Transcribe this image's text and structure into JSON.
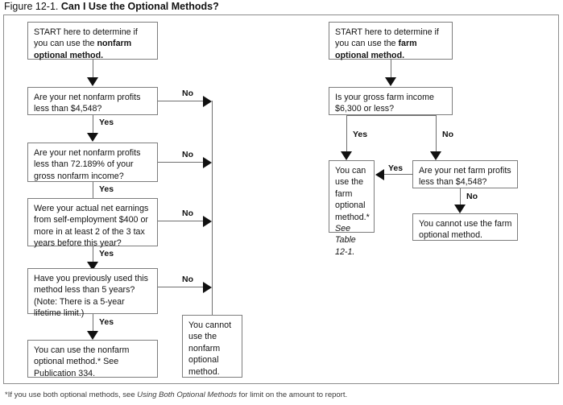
{
  "figure": {
    "number": "Figure 12-1.",
    "title": "Can I Use the Optional Methods?"
  },
  "footnote": {
    "lead": "*If you use both optional methods, see ",
    "italic": "Using Both Optional Methods",
    "tail": " for limit on the amount to report."
  },
  "nonfarm_branch": {
    "start": {
      "line1": "START here to determine if",
      "line2_plain": "you can use the ",
      "line2_bold": "nonfarm",
      "line3_bold": "optional method."
    },
    "q1": "Are your net nonfarm profits less than $4,548?",
    "q2": "Are your net nonfarm profits less than 72.189% of your gross nonfarm income?",
    "q3": "Were your actual net earnings from self-employment $400 or more in at least 2 of the 3 tax years before this year?",
    "q4": "Have you previously used this method less than 5 years? (Note: There is a 5-year lifetime limit.)",
    "result_yes": "You can use the nonfarm optional method.* See Publication 334.",
    "result_no": "You cannot use the nonfarm optional method."
  },
  "farm_branch": {
    "start": {
      "line1": "START here to determine if",
      "line2_plain": "you can use the ",
      "line2_bold": "farm",
      "line3_bold": "optional method."
    },
    "q1": "Is your gross farm income $6,300 or less?",
    "q2": "Are your net farm profits less than $4,548?",
    "result_yes_plain": "You can use the farm optional method.*",
    "result_yes_italic": "See Table 12-1.",
    "result_no": "You cannot use the farm optional method."
  },
  "edge_labels": {
    "yes": "Yes",
    "no": "No"
  },
  "colors": {
    "box_border": "#7d7d7d",
    "connector": "#6f6f6f",
    "arrow": "#111111",
    "frame": "#8d8d8d",
    "text": "#141414"
  }
}
